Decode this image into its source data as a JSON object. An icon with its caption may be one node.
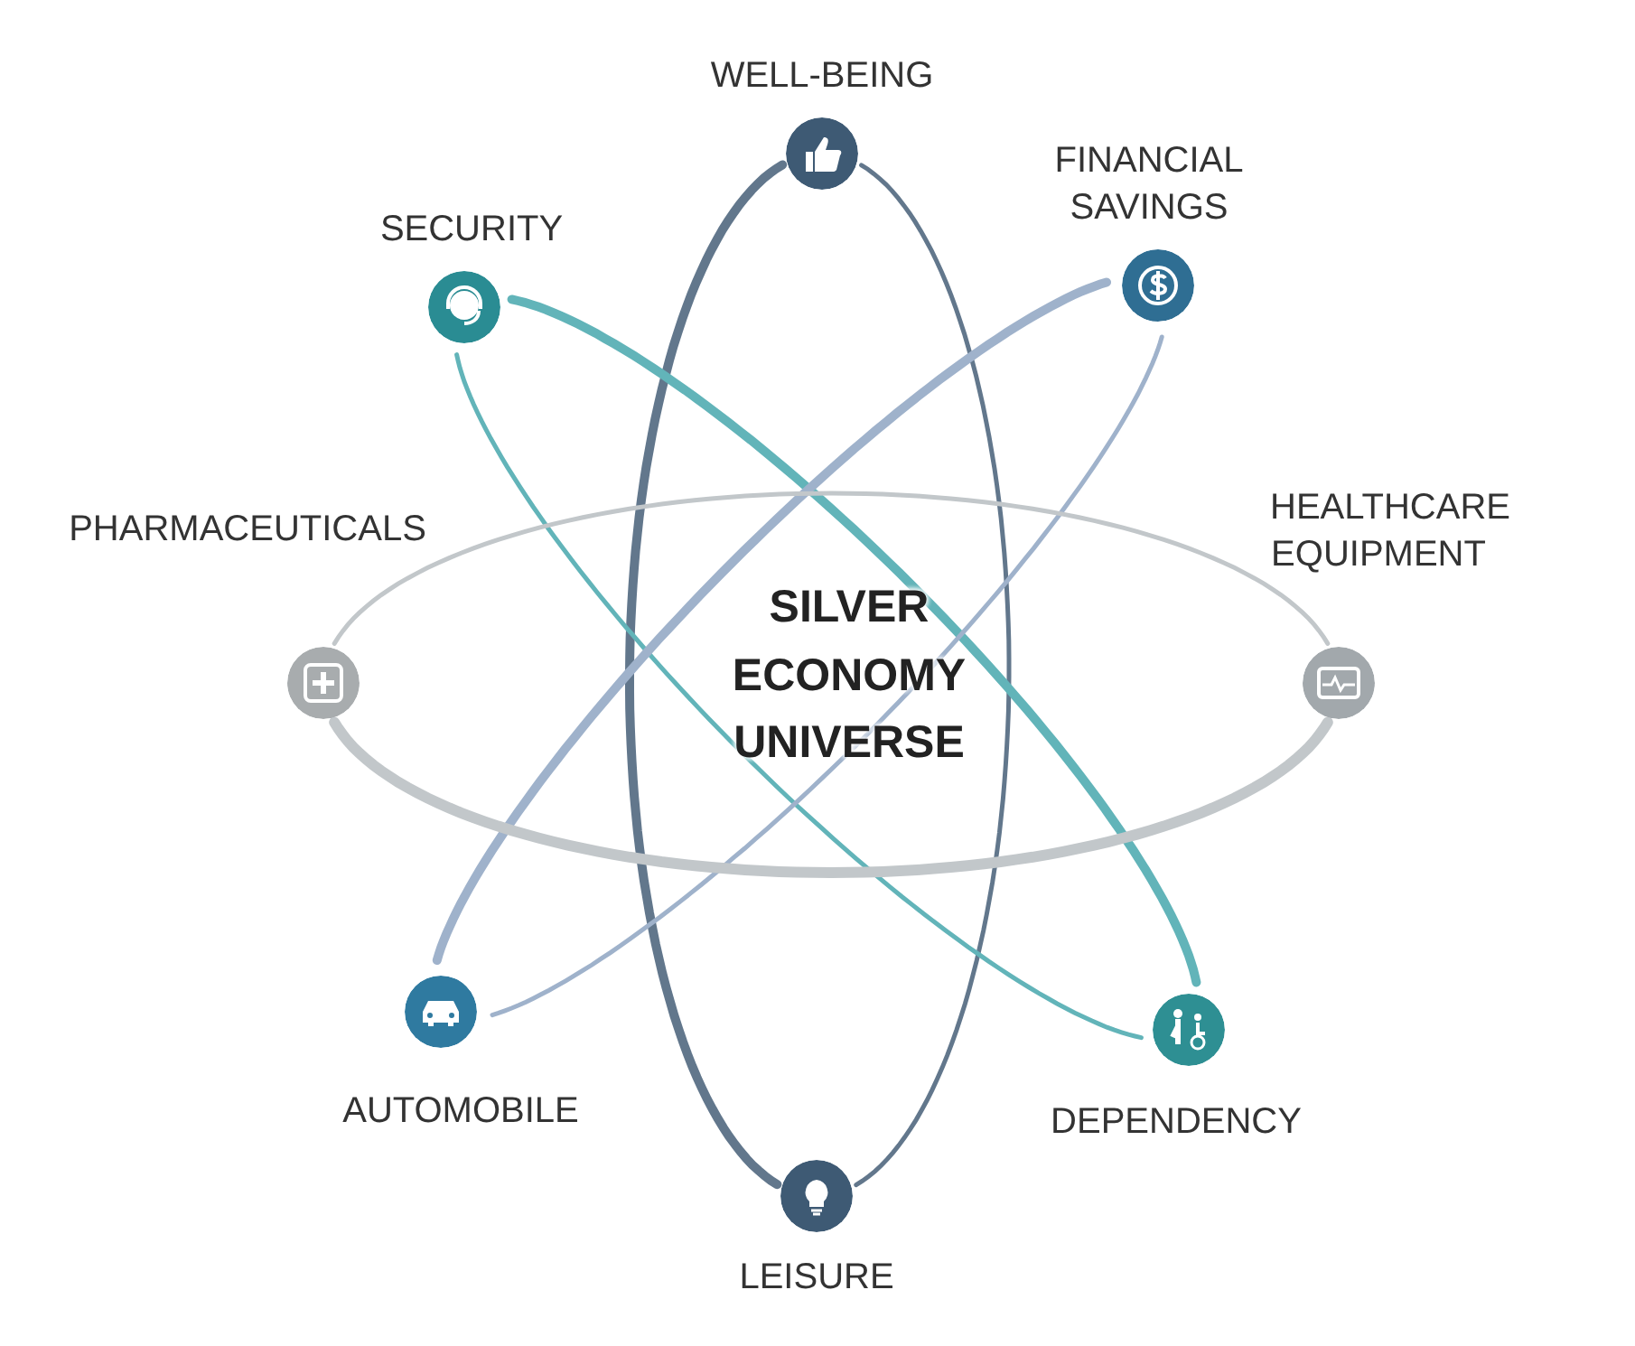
{
  "diagram": {
    "nodes": [
      {
        "text": [
          "WELL-BEING"
        ]
      },
      {
        "text": [
          "FINANCIAL SAVINGS"
        ]
      },
      {
        "text": [
          "SECURITY"
        ]
      },
      {
        "text": [
          "HEALTHCARE EQUIPMENT"
        ]
      },
      {
        "text": [
          "PHARMACEUTICALS"
        ]
      },
      {
        "text": [
          "AUTOMOBILE"
        ]
      },
      {
        "text": [
          "DEPENDENCY"
        ]
      },
      {
        "text": [
          "LEISURE"
        ]
      }
    ],
    "edges": [
      {
        "from": 0,
        "to": 7,
        "arrow": "none",
        "color": "#62778c"
      },
      {
        "from": 0,
        "to": 7,
        "arrow": "none",
        "color": "#62778c",
        "style": "thick"
      },
      {
        "from": 2,
        "to": 6,
        "arrow": "none",
        "color": "#62b4b9"
      },
      {
        "from": 2,
        "to": 6,
        "arrow": "none",
        "color": "#62b4b9",
        "style": "thick"
      },
      {
        "from": 1,
        "to": 5,
        "arrow": "none",
        "color": "#9fb2cb"
      },
      {
        "from": 1,
        "to": 5,
        "arrow": "none",
        "color": "#9fb2cb",
        "style": "thick"
      },
      {
        "from": 4,
        "to": 3,
        "arrow": "none",
        "color": "#c2c7ca"
      },
      {
        "from": 4,
        "to": 3,
        "arrow": "none",
        "color": "#c2c7ca",
        "style": "thick"
      }
    ],
    "labels": [
      "SILVER ECONOMY UNIVERSE"
    ]
  }
}
